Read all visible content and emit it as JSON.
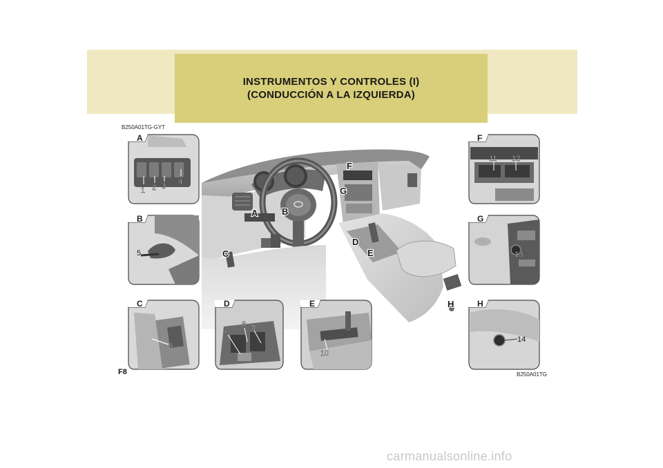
{
  "header": {
    "title_line1": "INSTRUMENTOS Y CONTROLES (I)",
    "title_line2": "(CONDUCCIÓN A LA IZQUIERDA)"
  },
  "codes": {
    "top_left": "B250A01TG-GYT",
    "bottom_right": "B250A01TG"
  },
  "page_number": "F8",
  "watermark": "carmanualsonline.info",
  "main_labels": {
    "a": "A",
    "b": "B",
    "c": "C",
    "d": "D",
    "e": "E",
    "f": "F",
    "g": "G",
    "h": "H"
  },
  "panels": {
    "a": {
      "letter": "A",
      "numbers": [
        "1",
        "2",
        "3",
        "4"
      ]
    },
    "b": {
      "letter": "B",
      "numbers": [
        "5"
      ]
    },
    "c": {
      "letter": "C",
      "numbers": [
        "6"
      ]
    },
    "d": {
      "letter": "D",
      "numbers": [
        "7",
        "8",
        "9"
      ]
    },
    "e": {
      "letter": "E",
      "numbers": [
        "10"
      ]
    },
    "f": {
      "letter": "F",
      "numbers": [
        "11",
        "12"
      ]
    },
    "g": {
      "letter": "G",
      "numbers": [
        "13"
      ]
    },
    "h": {
      "letter": "H",
      "numbers": [
        "14"
      ]
    }
  }
}
